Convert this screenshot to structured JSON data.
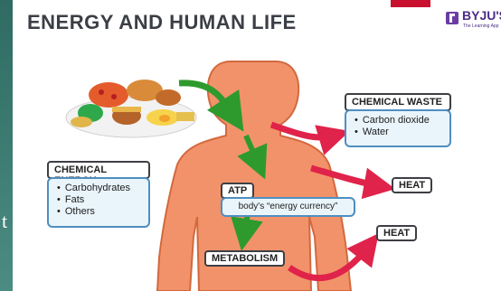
{
  "header": {
    "title": "ENERGY AND HUMAN LIFE",
    "logo_text": "BYJU'S",
    "logo_subtitle": "The Learning App"
  },
  "side_fragment": "t",
  "chemical_energy": {
    "title": "CHEMICAL ENERGY",
    "items": [
      "Carbohydrates",
      "Fats",
      "Others"
    ]
  },
  "chemical_waste": {
    "title": "CHEMICAL WASTE",
    "items": [
      "Carbon dioxide",
      "Water"
    ]
  },
  "atp": {
    "label": "ATP",
    "caption": "body's “energy currency”"
  },
  "metabolism": {
    "label": "METABOLISM"
  },
  "heat_top": {
    "label": "HEAT"
  },
  "heat_bottom": {
    "label": "HEAT"
  },
  "colors": {
    "body": "#f2926a",
    "body_outline": "#d2693e",
    "green_arrow": "#2e9a2e",
    "red_arrow": "#e0234a",
    "box_border": "#4f8ec0",
    "box_fill": "#eaf5fb",
    "brand": "#4b2c86"
  }
}
